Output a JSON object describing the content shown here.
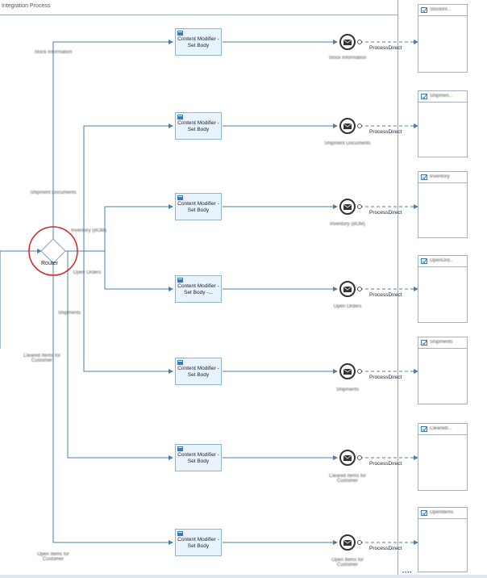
{
  "title": "Integration Process",
  "router": {
    "label": "Router"
  },
  "route_labels": [
    "Stock Information",
    "Shipment Documents",
    "Inventory (BOM)",
    "Open Orders",
    "Shipments",
    "Cleared Items for Customer",
    "Open Items for Customer"
  ],
  "modifiers": [
    "Content Modifier - Set Body",
    "Content Modifier - Set Body",
    "Content Modifier - Set Body",
    "Content Modifier - Set Body -...",
    "Content Modifier - Set Body",
    "Content Modifier - Set Body",
    "Content Modifier - Set Body"
  ],
  "end_labels": [
    "Stock Information",
    "Shipment Documents",
    "Inventory (BOM)",
    "Open Orders",
    "Shipments",
    "Cleared Items for Customer",
    "Open Items for Customer"
  ],
  "process_direct": "ProcessDirect",
  "participants": [
    "StockInf...",
    "Shipmen...",
    "Inventory",
    "OpenOrd...",
    "Shipments",
    "ClearedI...",
    "OpenItems"
  ],
  "colors": {
    "line": "#4a7fb0",
    "box_fill": "#e8f3fc",
    "router_highlight": "#e02020"
  },
  "footer": {
    "dots": "••••"
  }
}
